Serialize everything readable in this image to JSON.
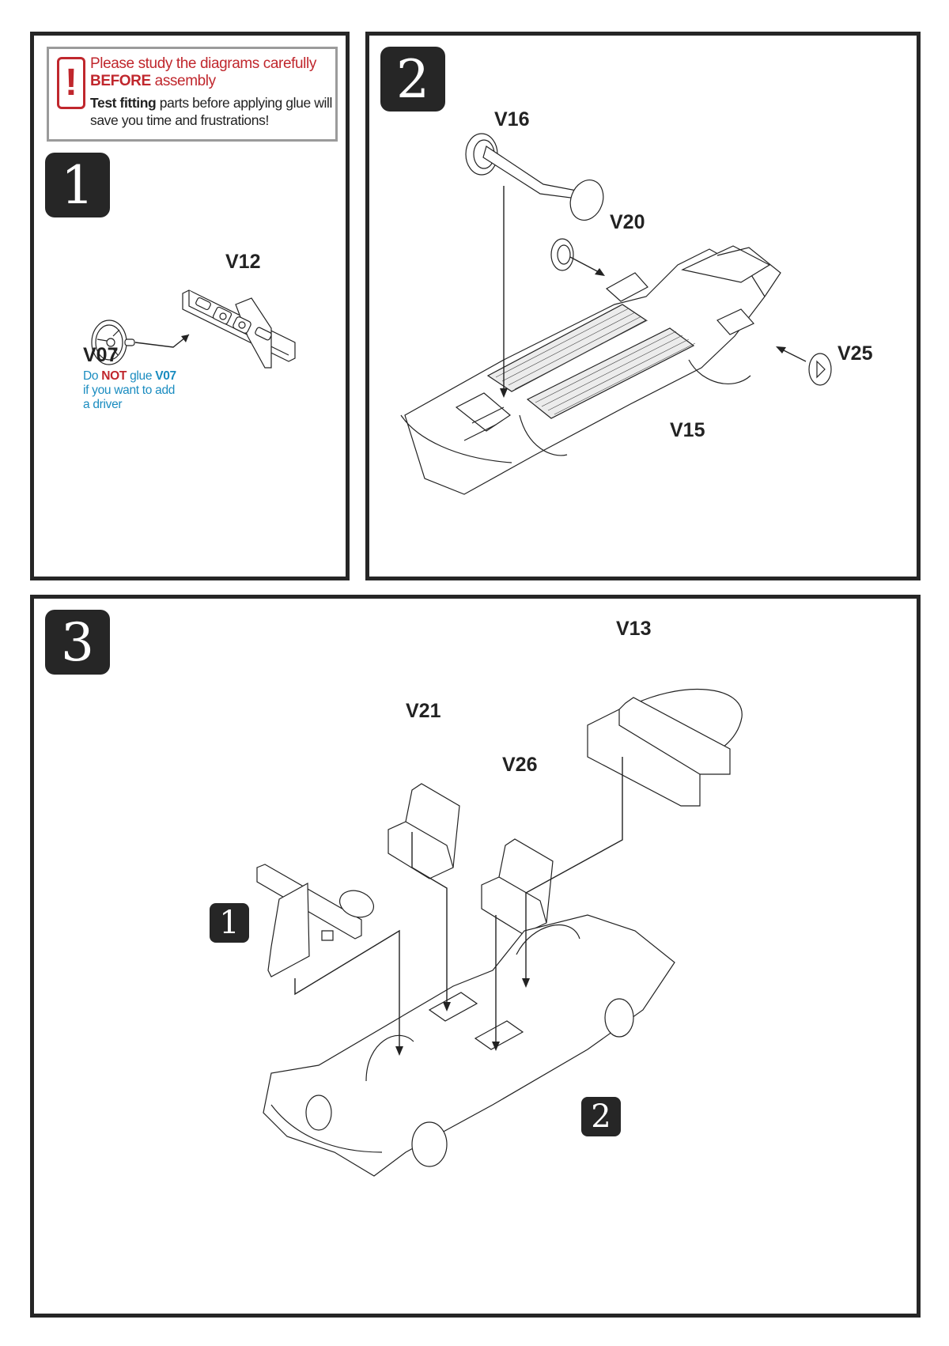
{
  "warning": {
    "icon": "exclamation-icon",
    "line1": "Please study the diagrams carefully",
    "line2_bold": "BEFORE",
    "line2_rest": " assembly",
    "line3_bold": "Test fitting",
    "line3_rest": " parts before applying glue will",
    "line4": "save you time and frustrations!",
    "color": "#c0272d"
  },
  "steps": [
    {
      "number": "1",
      "parts": [
        "V12",
        "V07"
      ],
      "note": {
        "prefix": "Do ",
        "emphasis": "NOT",
        "middle": " glue ",
        "part": "V07",
        "line2": "if you want to add",
        "line3": "a driver"
      }
    },
    {
      "number": "2",
      "parts": [
        "V16",
        "V20",
        "V25",
        "V15"
      ]
    },
    {
      "number": "3",
      "parts": [
        "V21",
        "V26",
        "V13"
      ],
      "sub_assemblies": [
        "1",
        "2"
      ]
    }
  ],
  "colors": {
    "frame": "#262626",
    "note_blue": "#1a8cc0",
    "warn_red": "#c0272d",
    "warn_border": "#9b9b9b"
  }
}
